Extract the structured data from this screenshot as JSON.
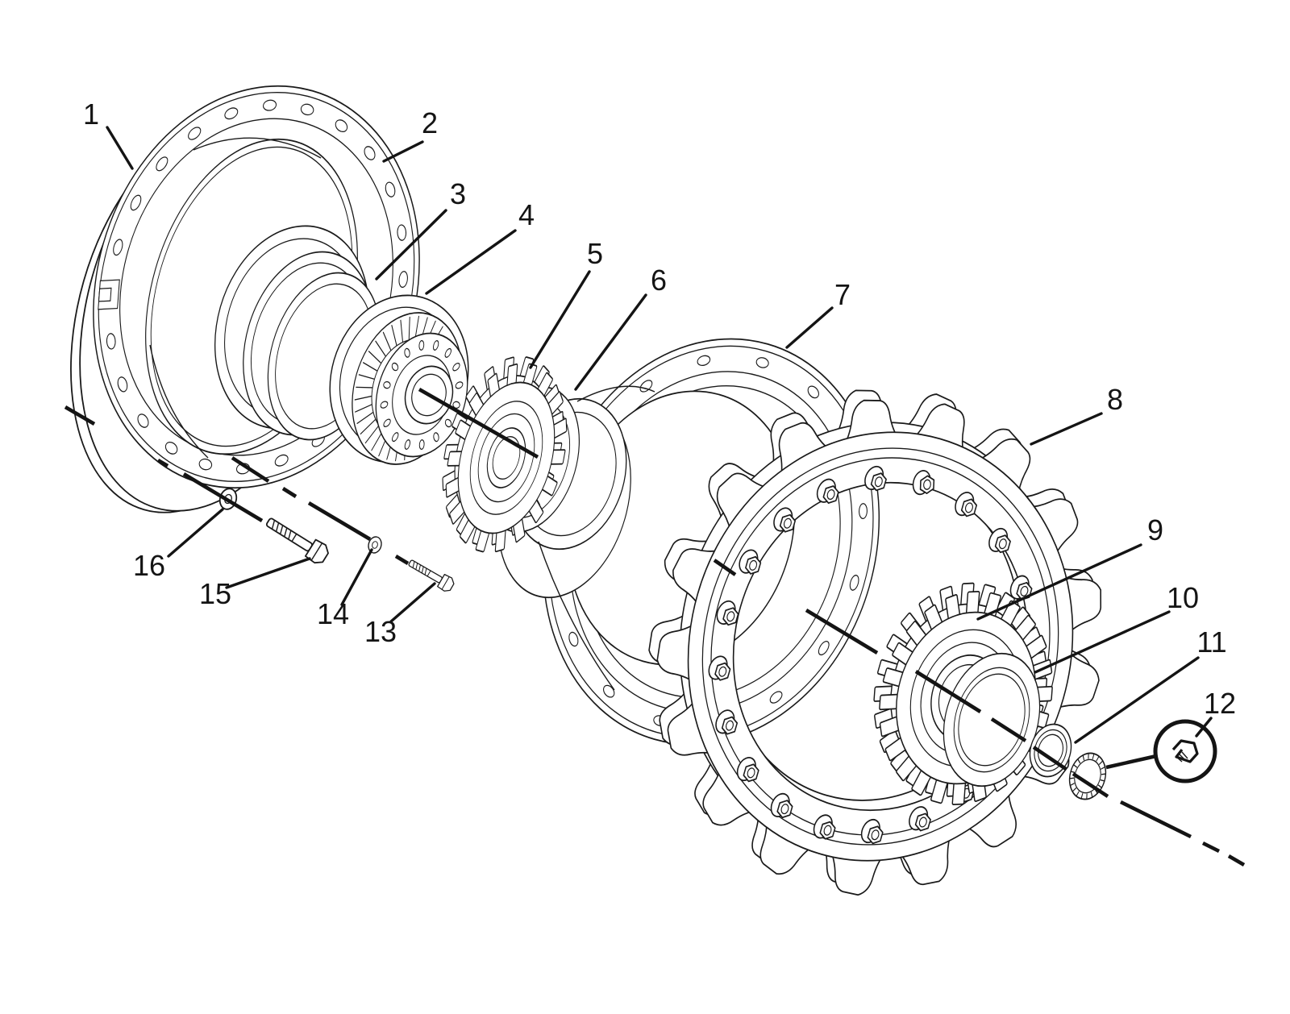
{
  "diagram": {
    "background_color": "#ffffff",
    "line_color": "#1a1a1a",
    "callouts": [
      {
        "number": "1"
      },
      {
        "number": "2"
      },
      {
        "number": "3"
      },
      {
        "number": "4"
      },
      {
        "number": "5"
      },
      {
        "number": "6"
      },
      {
        "number": "7"
      },
      {
        "number": "8"
      },
      {
        "number": "9"
      },
      {
        "number": "10"
      },
      {
        "number": "11"
      },
      {
        "number": "12"
      },
      {
        "number": "13"
      },
      {
        "number": "14"
      },
      {
        "number": "15"
      },
      {
        "number": "16"
      }
    ]
  }
}
